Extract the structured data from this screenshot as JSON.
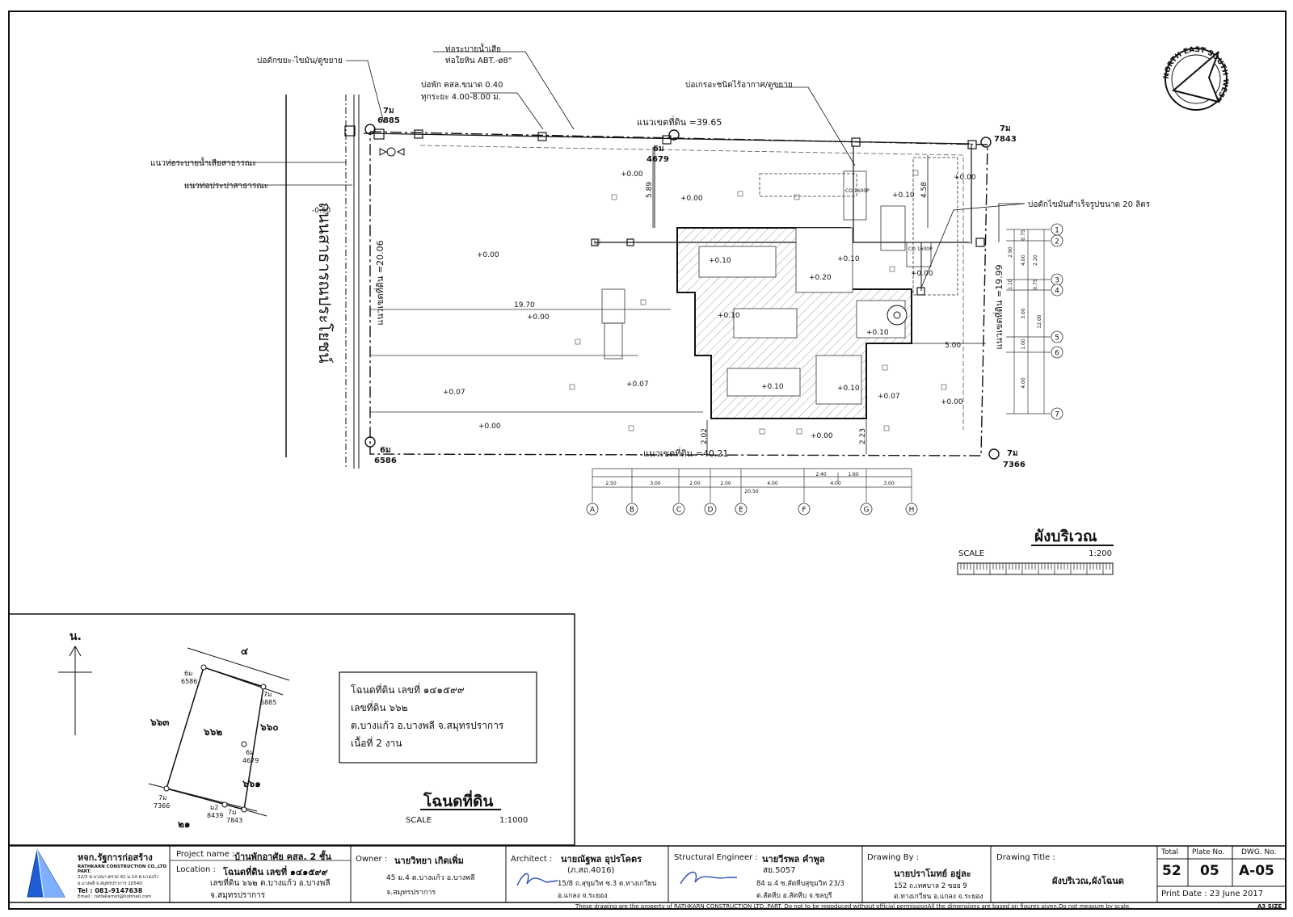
{
  "site": {
    "notes": {
      "grease_trap_top": "บ่อดักขยะ-ไขมัน/ดูขยาย",
      "drain_pipe_title": "ท่อระบายน้ำเสีย",
      "drain_pipe_sub": "ท่อใยหิน ABT.-ø8\"",
      "manhole": "บ่อพัก คสล.ขนาด 0.40",
      "manhole_sub": "ทุกระยะ 4.00-8.00 ม.",
      "septic": "บ่อเกรอะชนิดไร้อากาศ/ดูขยาย",
      "public_drain": "แนวท่อระบายน้ำเสียสาธารณะ",
      "public_water": "แนวท่อประปาสาธารณะ",
      "grease_trap_right": "บ่อดักไขมันสำเร็จรูปขนาด 20 ลิตร"
    },
    "road": "ถนนสาธารณประโยชน์",
    "boundaries": {
      "top": "แนวเขตที่ดิน =39.65",
      "bottom": "แนวเขตที่ดิน =40.21",
      "left": "แนวเขตที่ดิน =20.06",
      "right": "แนวเขตที่ดิน =19.99"
    },
    "markers": [
      {
        "code": "7ม",
        "num": "6885"
      },
      {
        "code": "6ม",
        "num": "4679"
      },
      {
        "code": "7ม",
        "num": "7843"
      },
      {
        "code": "6ม",
        "num": "6586"
      },
      {
        "code": "7ม",
        "num": "7366"
      }
    ],
    "levels": [
      "+0.00",
      "+0.00",
      "+0.00",
      "+0.00",
      "+0.00",
      "+0.00",
      "+0.00",
      "+0.00",
      "+0.07",
      "+0.07",
      "+0.07",
      "+0.10",
      "+0.10",
      "+0.10",
      "+0.10",
      "+0.10",
      "+0.10",
      "+0.10",
      "+0.20",
      "-0.50"
    ],
    "dims": [
      "19.70",
      "5.89",
      "4.58",
      "2.02",
      "2.23",
      "5.00"
    ],
    "tanks": [
      "CO 1600P",
      "CO 1600P"
    ],
    "grid_bottom": [
      "A",
      "B",
      "C",
      "D",
      "E",
      "F",
      "G",
      "H"
    ],
    "grid_bottom_dims": [
      "2.50",
      "3.00",
      "2.00",
      "2.00",
      "4.00",
      "4.00",
      "3.00"
    ],
    "grid_bottom_dims_top": [
      "2.40",
      "1.60"
    ],
    "grid_bottom_total": "20.50",
    "grid_right": [
      "1",
      "2",
      "3",
      "4",
      "5",
      "6",
      "7"
    ],
    "grid_right_dims": [
      "0.75",
      "2.90",
      "4.00",
      "2.20",
      "0.75",
      "1.10",
      "3.00",
      "1.00",
      "4.00"
    ],
    "grid_right_total": "12.00",
    "title": "ผังบริเวณ",
    "scale_label": "SCALE",
    "scale_value": "1:200",
    "north_text": "NORTH EAST SOUTH WEST"
  },
  "deed": {
    "north": "น.",
    "lots": {
      "top": "๔",
      "left": "๖๖๓",
      "right": "๖๖๐",
      "center": "๖๖๒",
      "right_low": "๖๖๑",
      "bottom": "๒๑"
    },
    "markers": [
      {
        "code": "6ม",
        "num": "6586"
      },
      {
        "code": "7ม",
        "num": "6885"
      },
      {
        "code": "6ม",
        "num": "4679"
      },
      {
        "code": "7ม",
        "num": "7366"
      },
      {
        "code": "ม2",
        "num": "8439"
      },
      {
        "code": "7ม",
        "num": "7843"
      }
    ],
    "box": {
      "line1": "โฉนดที่ดิน เลขที่ ๑๔๑๕๙๙",
      "line2": "เลขที่ดิน ๖๖๒",
      "line3": "ต.บางแก้ว อ.บางพลี จ.สมุทรปราการ",
      "line4": "เนื้อที่ 2 งาน"
    },
    "title": "โฉนดที่ดิน",
    "scale_label": "SCALE",
    "scale_value": "1:1000"
  },
  "titleblock": {
    "company_th": "หจก.รัฐการก่อสร้าง",
    "company_en": "RATHKARN CONSTRUCTION CO.,LTD PART.",
    "company_addr1": "22/3 ซ.บางนา-ตราด 41 ม.14 ต.บางแก้ว",
    "company_addr2": "อ.บางพลี จ.สมุทรปราการ 10540",
    "company_tel": "Tel : 081-9147638",
    "company_email": "Email : rattakarnot@hotmail.com",
    "project_label": "Project name :",
    "project_value": "บ้านพักอาศัย คสล. 2 ชั้น",
    "location_label": "Location :",
    "location_l1": "โฉนดที่ดิน เลขที่ ๑๔๑๕๙๙",
    "location_l2": "เลขที่ดิน ๖๖๒ ต.บางแก้ว อ.บางพลี",
    "location_l3": "จ.สมุทรปราการ",
    "owner_label": "Owner :",
    "owner_name": "นายวิทยา เกิดเพิ่ม",
    "owner_l1": "45 ม.4 ต.บางแก้ว อ.บางพลี",
    "owner_l2": "จ.สมุทรปราการ",
    "architect_label": "Architect :",
    "architect_name": "นายณัฐพล อุปรโคตร",
    "architect_lic": "(ภ.สถ.4016)",
    "architect_l1": "15/8 ถ.สุขุมวิท ซ.3 ต.ทางเกวียน",
    "architect_l2": "อ.แกลง จ.ระยอง",
    "structural_label": "Structural Engineer :",
    "structural_name": "นายวีรพล คำพูล",
    "structural_lic": "สย.5057",
    "structural_l1": "84 ม.4 ซ.สัตหีบสุขุมวิท 23/3",
    "structural_l2": "ต.สัตหีบ อ.สัตหีบ จ.ชลบุรี",
    "drawing_by_label": "Drawing By :",
    "drawing_by_name": "นายปราโมทย์ อยู่ละ",
    "drawing_by_l1": "152 ถ.เทศบาล 2 ซอย 9",
    "drawing_by_l2": "ต.ทางเกวียน อ.แกลง จ.ระยอง",
    "title_label": "Drawing Title :",
    "title_value": "ผังบริเวณ,ผังโฉนด",
    "total_label": "Total",
    "total_value": "52",
    "plate_label": "Plate No.",
    "plate_value": "05",
    "dwg_label": "DWG. No.",
    "dwg_value": "A-05",
    "print_date": "Print Date : 23 June 2017",
    "footer": "These drawing are the property of RATHKARN CONSTRUCTION LTD.,PART. Do not to be repoduced without official permissionAll the dimensions are based on figures given.Do not measure by scale.",
    "sheet_size": "A3 SIZE"
  }
}
